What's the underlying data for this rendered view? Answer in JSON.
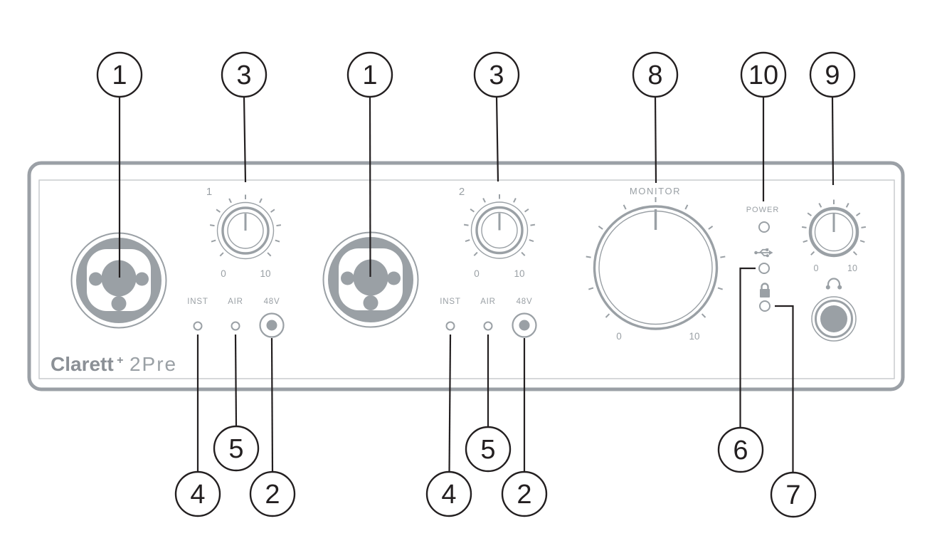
{
  "brand": {
    "name": "Clarett",
    "plus": "+",
    "model": "2Pre"
  },
  "channels": [
    {
      "number": "1",
      "min": "0",
      "max": "10",
      "inst_label": "INST",
      "air_label": "AIR",
      "phantom_label": "48V"
    },
    {
      "number": "2",
      "min": "0",
      "max": "10",
      "inst_label": "INST",
      "air_label": "AIR",
      "phantom_label": "48V"
    }
  ],
  "monitor": {
    "label": "MONITOR",
    "min": "0",
    "max": "10"
  },
  "power_label": "POWER",
  "headphone": {
    "min": "0",
    "max": "10"
  },
  "callouts": {
    "top": [
      "1",
      "3",
      "1",
      "3",
      "8",
      "10",
      "9"
    ],
    "bottom": [
      "4",
      "5",
      "2",
      "4",
      "5",
      "2",
      "6",
      "7"
    ]
  },
  "icons": {
    "usb": "usb-icon",
    "lock": "lock-icon",
    "headphones": "headphones-icon"
  },
  "colors": {
    "graphic_gray": "#9aa0a5",
    "panel_border_gray": "#9ba0a6",
    "inner_line_gray": "#c5c8cb",
    "logo_gray": "#8b9096",
    "callout_black": "#231f20"
  }
}
